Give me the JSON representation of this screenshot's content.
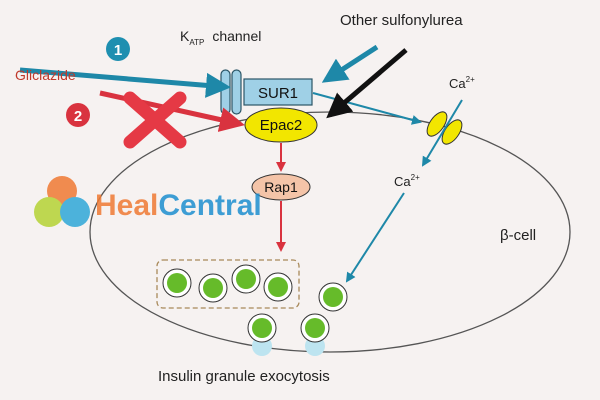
{
  "labels": {
    "katp_k": "K",
    "katp_sub": "ATP",
    "katp_channel": "channel",
    "other_sulfonylurea": "Other sulfonylurea",
    "gliclazide": "Gliclazide",
    "badge_1": "1",
    "badge_2": "2",
    "sur1": "SUR1",
    "epac2": "Epac2",
    "rap1": "Rap1",
    "ca_top": "Ca",
    "ca_top_sup": "2+",
    "ca_mid": "Ca",
    "ca_mid_sup": "2+",
    "beta_cell": "β-cell",
    "exocytosis": "Insulin granule exocytosis"
  },
  "watermark": {
    "heal": "Heal",
    "central": "Central"
  },
  "colors": {
    "teal_arrow": "#1e88a8",
    "red_arrow": "#d9333f",
    "cross": "#e53945",
    "sur1_fill": "#9fd0e6",
    "epac2_fill": "#f2e600",
    "rap1_fill": "#f4c4a8",
    "granule_fill": "#66bb2a",
    "heal_orange": "#f07a33",
    "central_blue": "#1d8fd0"
  }
}
